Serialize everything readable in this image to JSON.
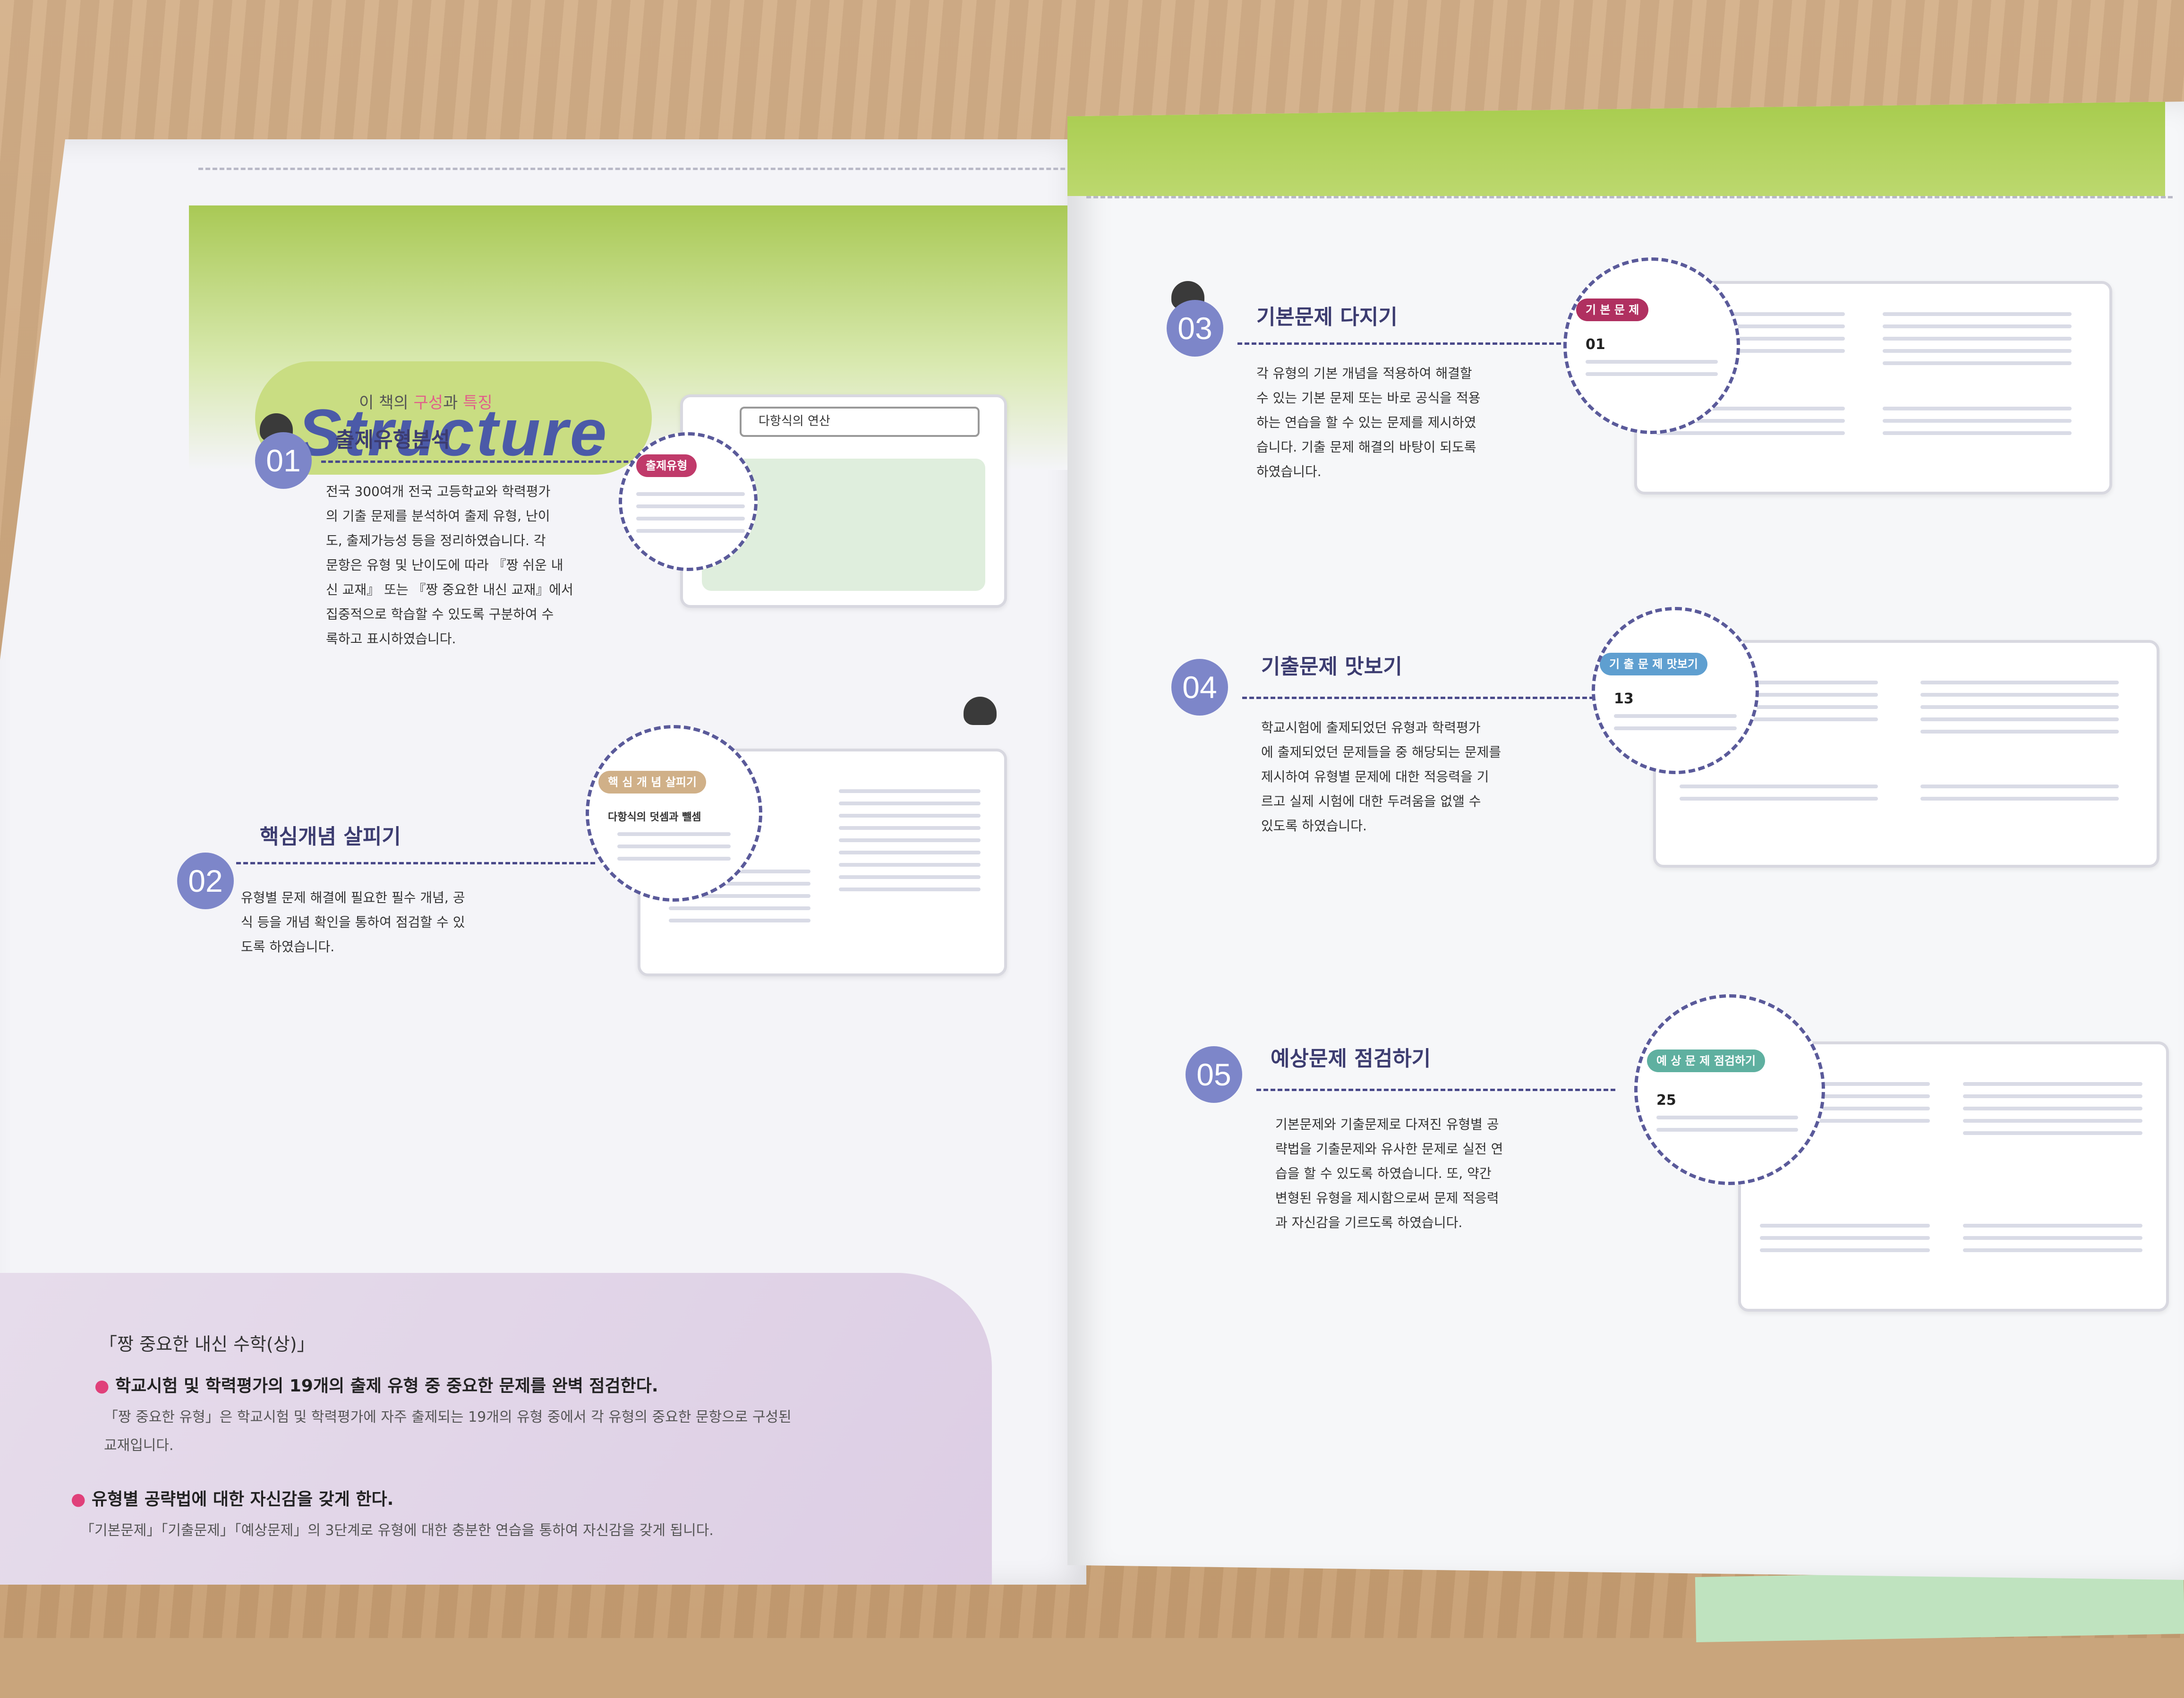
{
  "header": {
    "subtitle_prefix": "이 책의 ",
    "subtitle_highlight_1": "구성",
    "subtitle_mid": "과 ",
    "subtitle_highlight_2": "특징",
    "title": "Structure"
  },
  "sections": [
    {
      "number": "01",
      "title": "출제유형분석",
      "body": [
        "전국 300여개 전국 고등학교와 학력평가",
        "의 기출 문제를 분석하여 출제 유형, 난이",
        "도, 출제가능성 등을 정리하였습니다. 각",
        "문항은 유형 및 난이도에 따라 『짱 쉬운 내",
        "신 교재』 또는 『짱 중요한 내신 교재』에서",
        "집중적으로 학습할 수 있도록 구분하여 수",
        "록하고 표시하였습니다."
      ],
      "thumb_label": "다항식의 연산"
    },
    {
      "number": "02",
      "title": "핵심개념 살피기",
      "body": [
        "유형별 문제 해결에 필요한 필수 개념, 공",
        "식 등을 개념 확인을 통하여 점검할 수 있",
        "도록 하였습니다."
      ],
      "chip": "핵 심 개 념 살피기",
      "mag_text": "다항식의 덧셈과 뺄셈"
    },
    {
      "number": "03",
      "title": "기본문제 다지기",
      "body": [
        "각 유형의 기본 개념을 적용하여 해결할",
        "수 있는 기본 문제 또는 바로 공식을 적용",
        "하는 연습을 할 수 있는 문제를 제시하였",
        "습니다. 기출 문제 해결의 바탕이 되도록",
        "하였습니다."
      ],
      "chip": "기 본 문 제",
      "mag_num": "01"
    },
    {
      "number": "04",
      "title": "기출문제 맛보기",
      "body": [
        "학교시험에 출제되었던 유형과 학력평가",
        "에 출제되었던 문제들을 중 해당되는 문제를",
        "제시하여 유형별 문제에 대한 적응력을 기",
        "르고 실제 시험에 대한 두려움을 없앨 수",
        "있도록 하였습니다."
      ],
      "chip": "기 출 문 제 맛보기",
      "mag_num": "13"
    },
    {
      "number": "05",
      "title": "예상문제 점검하기",
      "body": [
        "기본문제와 기출문제로 다져진 유형별 공",
        "략법을 기출문제와 유사한 문제로 실전 연",
        "습을 할 수 있도록 하였습니다. 또, 약간",
        "변형된 유형을 제시함으로써 문제 적응력",
        "과 자신감을 기르도록 하였습니다."
      ],
      "chip": "예 상 문 제 점검하기",
      "mag_num": "25"
    }
  ],
  "bottom": {
    "title": "「짱 중요한 내신 수학(상)」",
    "bullets": [
      {
        "head": "학교시험 및 학력평가의 19개의 출제 유형 중 중요한 문제를 완벽 점검한다.",
        "desc": [
          "「짱 중요한 유형」은 학교시험 및 학력평가에 자주 출제되는 19개의 유형 중에서 각 유형의 중요한 문항으로 구성된",
          "교재입니다."
        ]
      },
      {
        "head": "유형별 공략법에 대한 자신감을 갖게 한다.",
        "desc": [
          "「기본문제」「기출문제」「예상문제」의 3단계로 유형에 대한 충분한 연습을 통하여 자신감을 갖게 됩니다."
        ]
      }
    ]
  },
  "colors": {
    "accent_green": "#a9c955",
    "badge_purple": "#7d86c9",
    "highlight_pink": "#e1608a",
    "panel_lavender": "#e6dceb"
  }
}
